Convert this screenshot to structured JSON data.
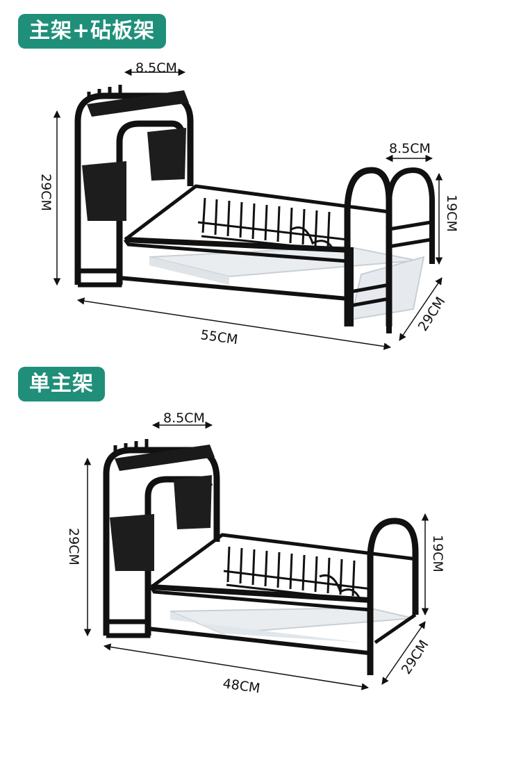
{
  "sections": [
    {
      "title": "主架+砧板架",
      "dims": {
        "top_width": "8.5CM",
        "board_width": "8.5CM",
        "height": "29CM",
        "inner_height": "19CM",
        "depth": "29CM",
        "length": "55CM"
      }
    },
    {
      "title": "单主架",
      "dims": {
        "top_width": "8.5CM",
        "height": "29CM",
        "inner_height": "19CM",
        "depth": "29CM",
        "length": "48CM"
      }
    }
  ],
  "colors": {
    "badge": "#1f8f7a",
    "frame": "#111111",
    "tray": "#e8ecef"
  }
}
